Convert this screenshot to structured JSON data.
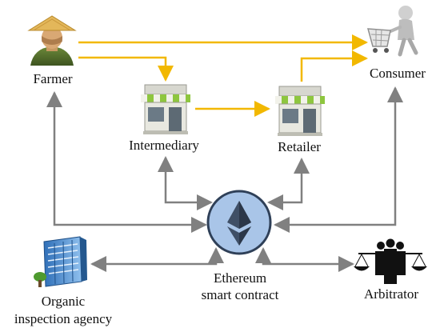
{
  "diagram": {
    "colors": {
      "product_flow": "#f2b800",
      "data_link": "#808080",
      "contract_fill": "#a9c5e8",
      "contract_ring": "#2f4058"
    },
    "nodes": {
      "farmer": {
        "label": "Farmer",
        "icon": "farmer-icon"
      },
      "consumer": {
        "label": "Consumer",
        "icon": "shopping-cart-icon"
      },
      "intermediary": {
        "label": "Intermediary",
        "icon": "storefront-icon"
      },
      "retailer": {
        "label": "Retailer",
        "icon": "storefront-icon"
      },
      "contract": {
        "label_line1": "Ethereum",
        "label_line2": "smart contract",
        "icon": "ethereum-icon"
      },
      "agency": {
        "label_line1": "Organic",
        "label_line2": "inspection agency",
        "icon": "office-building-icon"
      },
      "arbitrator": {
        "label": "Arbitrator",
        "icon": "scales-of-justice-icon"
      }
    }
  }
}
